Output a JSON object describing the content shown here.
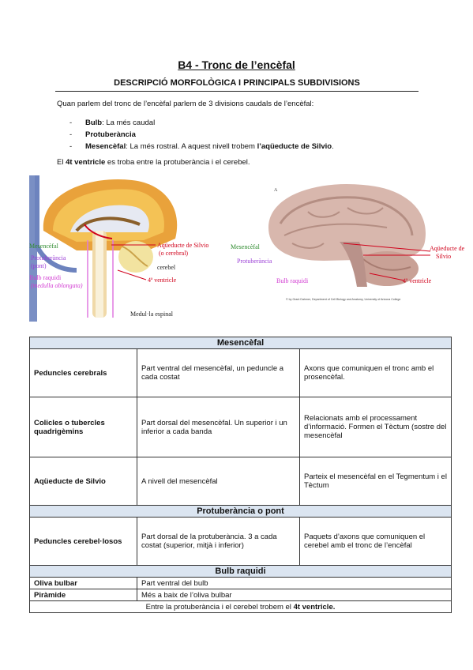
{
  "title": "B4 - Tronc de l’encèfal",
  "subtitle": "DESCRIPCIÓ MORFOLÒGICA I PRINCIPALS SUBDIVISIONS",
  "intro": "Quan parlem del tronc de l’encèfal parlem de 3 divisions caudals de l’encèfal:",
  "bullets": [
    {
      "term": "Bulb",
      "text": ": La més caudal",
      "extra": ""
    },
    {
      "term": "Protuberància",
      "text": "",
      "extra": ""
    },
    {
      "term": "Mesencèfal",
      "text": ": La més rostral. A aquest nivell trobem ",
      "extra": "l’aqüeducte de Silvio",
      "tail": "."
    }
  ],
  "note": {
    "pre": "El ",
    "bold": "4t ventricle",
    "post": " es troba entre la protuberància i el cerebel."
  },
  "fig1": {
    "labels": {
      "mes": "Mesencèfal",
      "prot1": "Protuberància",
      "prot2": "(pont)",
      "bulb1": "Bulb raquidi",
      "bulb2": "(medulla oblongata)",
      "aq1": "Aqüeducte de Silvio",
      "aq2": "(o cerebral)",
      "cer": "cerebel",
      "v4": "4ª ventricle",
      "med": "Medul·la espinal"
    },
    "colors": {
      "mes": "#2e8b2e",
      "prot": "#9b3fd6",
      "bulb": "#d23cd2",
      "aq": "#d0021b",
      "v4": "#d0021b",
      "cer": "#222222",
      "med": "#222222"
    }
  },
  "fig2": {
    "labels": {
      "mes": "Mesencèfal",
      "prot": "Protuberància",
      "bulb": "Bulb raquidi",
      "aq1": "Aqüeducte de",
      "aq2": "Silvio",
      "v4": "4ª ventricle",
      "a": "A",
      "credit": "© by Grant Dahmer, Department of Cell Biology and Anatomy, University of Arizona College"
    }
  },
  "table": {
    "sections": [
      {
        "title": "Mesencèfal",
        "rows": [
          {
            "term": "Peduncles cerebrals",
            "desc": "Part ventral del mesencèfal, un peduncle a cada costat",
            "notes": "Axons que comuniquen el tronc amb el prosencèfal."
          },
          {
            "term": "Colicles o tubercles quadrigèmins",
            "desc": "Part dorsal del mesencèfal. Un superior i un inferior a cada banda",
            "notes": "Relacionats amb el processament d’informació. Formen el Tèctum (sostre del mesencèfal"
          },
          {
            "term": "Aqüeducte de Silvio",
            "desc": "A nivell del mesencèfal",
            "notes": "Parteix el mesencèfal en el Tegmentum i el Tèctum"
          }
        ]
      },
      {
        "title": "Protuberància o pont",
        "rows": [
          {
            "term": "Peduncles cerebel·losos",
            "desc": "Part dorsal de la protuberància. 3 a cada costat (superior, mitjà i inferior)",
            "notes": "Paquets d’axons que comuniquen el cerebel amb el tronc de l’encèfal"
          }
        ]
      },
      {
        "title": "Bulb raquidi",
        "rows": [
          {
            "term": "Oliva bulbar",
            "desc": "Part ventral del bulb"
          },
          {
            "term": "Piràmide",
            "desc": "Més a baix de l’oliva bulbar"
          }
        ]
      }
    ],
    "footer": {
      "pre": "Entre la protuberància i el cerebel trobem el ",
      "bold": "4t ventricle."
    }
  }
}
